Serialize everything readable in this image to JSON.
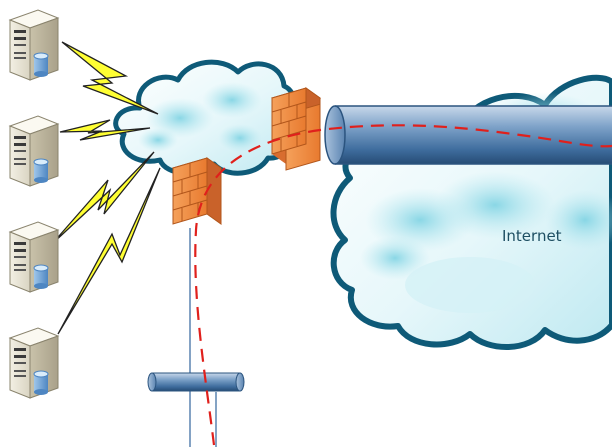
{
  "labels": {
    "internet": "Internet"
  },
  "nodes": [
    {
      "id": "server-1",
      "icon": "server-icon"
    },
    {
      "id": "server-2",
      "icon": "server-icon"
    },
    {
      "id": "server-3",
      "icon": "server-icon"
    },
    {
      "id": "server-4",
      "icon": "server-icon"
    },
    {
      "id": "firewall-top",
      "icon": "firewall-icon"
    },
    {
      "id": "firewall-bottom",
      "icon": "firewall-icon"
    },
    {
      "id": "internet-cloud",
      "icon": "cloud-icon"
    },
    {
      "id": "local-cloud",
      "icon": "cloud-icon"
    }
  ],
  "colors": {
    "cloud_outline": "#0e5a78",
    "cloud_fill": "#dff4f8",
    "cloud_accent": "#8fd8e6",
    "firewall": "#f08a3e",
    "tunnel": "#4f7fae",
    "wireless_link": "#ffff33",
    "dashed_path": "#e0201c"
  }
}
